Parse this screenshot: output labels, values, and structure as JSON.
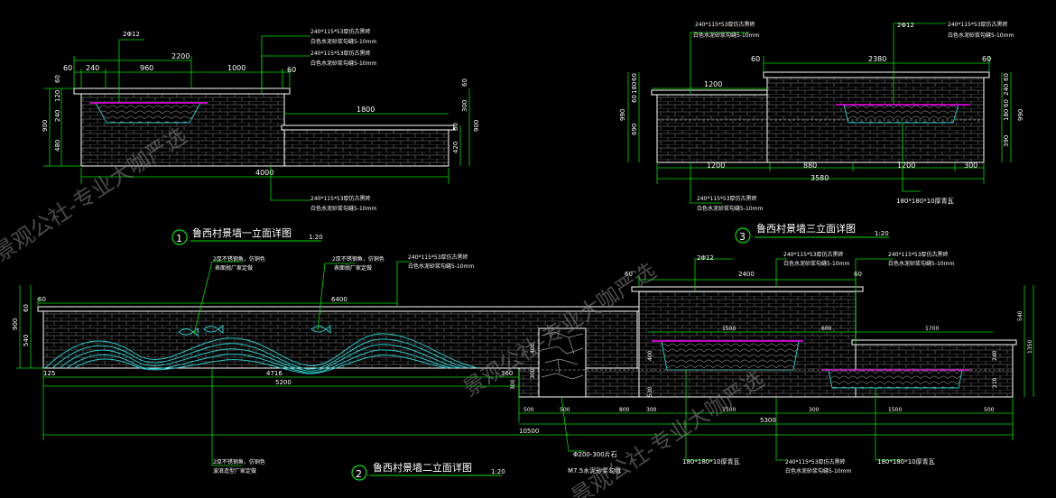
{
  "colors": {
    "background": "#000000",
    "wall_outline": "#ffffff",
    "brick": "#5a5a5a",
    "dimension": "#00e000",
    "dim_text": "#ffffff",
    "leader": "#00e000",
    "accent_cyan": "#29c7c7",
    "accent_magenta": "#ff00ff",
    "title_text": "#ffffff",
    "watermark": "#888888"
  },
  "elevation1": {
    "number": "1",
    "title": "鲁西村景墙一立面详图",
    "scale": "1:20",
    "top_dims": [
      "60",
      "240",
      "960",
      "1000",
      "60"
    ],
    "overall_top": "2200",
    "right_top": "1800",
    "bottom": "4000",
    "left_dims": [
      "60",
      "120",
      "240",
      "480"
    ],
    "left_total": "900",
    "right_dims": [
      "60",
      "300",
      "60",
      "420"
    ],
    "right_total": "900",
    "note_pipe": "2Φ12",
    "note_brick_1a": "240*115*53厚仿古黑砖",
    "note_brick_1b": "白色水泥砂浆勾缝5-10mm",
    "note_brick_2a": "240*115*53厚仿古黑砖",
    "note_brick_2b": "白色水泥砂浆勾缝5-10mm",
    "note_brick_3a": "240*115*53厚仿古黑砖",
    "note_brick_3b": "白色水泥砂浆勾缝5-10mm"
  },
  "elevation3": {
    "number": "3",
    "title": "鲁西村景墙三立面详图",
    "scale": "1:20",
    "top_dims": [
      "60",
      "2380",
      "60"
    ],
    "left_upper": "1200",
    "bottom_dims": [
      "1200",
      "880",
      "1200",
      "300"
    ],
    "bottom_total": "3580",
    "left_dims": [
      "60",
      "180",
      "60",
      "690"
    ],
    "left_total": "990",
    "right_dims": [
      "60",
      "240",
      "60",
      "180",
      "390"
    ],
    "right_total": "990",
    "note_pipe": "2Φ12",
    "note_brick_1a": "240*115*53厚仿古黑砖",
    "note_brick_1b": "白色水泥砂浆勾缝5-10mm",
    "note_brick_2a": "240*115*53厚仿古黑砖",
    "note_brick_2b": "白色水泥砂浆勾缝5-10mm",
    "note_brick_3a": "240*115*53厚仿古黑砖",
    "note_brick_3b": "白色水泥砂浆勾缝5-10mm",
    "note_tile": "180*180*10厚青瓦"
  },
  "elevation2": {
    "number": "2",
    "title": "鲁西村景墙二立面详图",
    "scale": "1:20",
    "top_left": "60",
    "top_span": "6400",
    "top_right": "2400",
    "top_60_a": "60",
    "top_60_b": "60",
    "left_dims": [
      "60",
      "540"
    ],
    "left_total": "900",
    "bottom_left_dims": [
      "125",
      "4716",
      "360"
    ],
    "bottom_span_1": "5200",
    "bottom_right_dims": [
      "500",
      "500",
      "800",
      "300",
      "1500",
      "300",
      "1500",
      "500"
    ],
    "bottom_right_total": "5300",
    "overall": "10500",
    "inner_top_dims": [
      "1500",
      "600",
      "1700"
    ],
    "inner_left_dims": [
      "400",
      "530"
    ],
    "door_dims": [
      "400",
      "300",
      "300"
    ],
    "right_dims": [
      "540",
      "240",
      "210",
      "1350"
    ],
    "note_steel_1a": "2厚不锈钢鱼，仿铜色",
    "note_steel_1b": "表面抛厂家定做",
    "note_steel_2a": "2厚不锈钢鱼，仿铜色",
    "note_steel_2b": "表面抛厂家定做",
    "note_steel_3a": "2厚不锈钢鱼，仿铜色",
    "note_steel_3b": "波浪造型厂家定做",
    "note_brick_1a": "240*115*53厚仿古黑砖",
    "note_brick_1b": "白色水泥砂浆勾缝5-10mm",
    "note_brick_2a": "240*115*53厚仿古黑砖",
    "note_brick_2b": "白色水泥砂浆勾缝5-10mm",
    "note_brick_3a": "240*115*53厚仿古黑砖",
    "note_brick_3b": "白色水泥砂浆勾缝5-10mm",
    "note_pipe": "2Φ12",
    "note_stone_a": "Φ200-300片石",
    "note_stone_b": "M7.5水泥砂浆勾缝",
    "note_tile_1": "180*180*10厚青瓦",
    "note_tile_2": "180*180*10厚青瓦"
  },
  "watermark": {
    "line1": "景观公社-专业大咖严选",
    "line2": "景观公社-专业大咖严选",
    "line3": "景观公社-专业大咖严选"
  }
}
